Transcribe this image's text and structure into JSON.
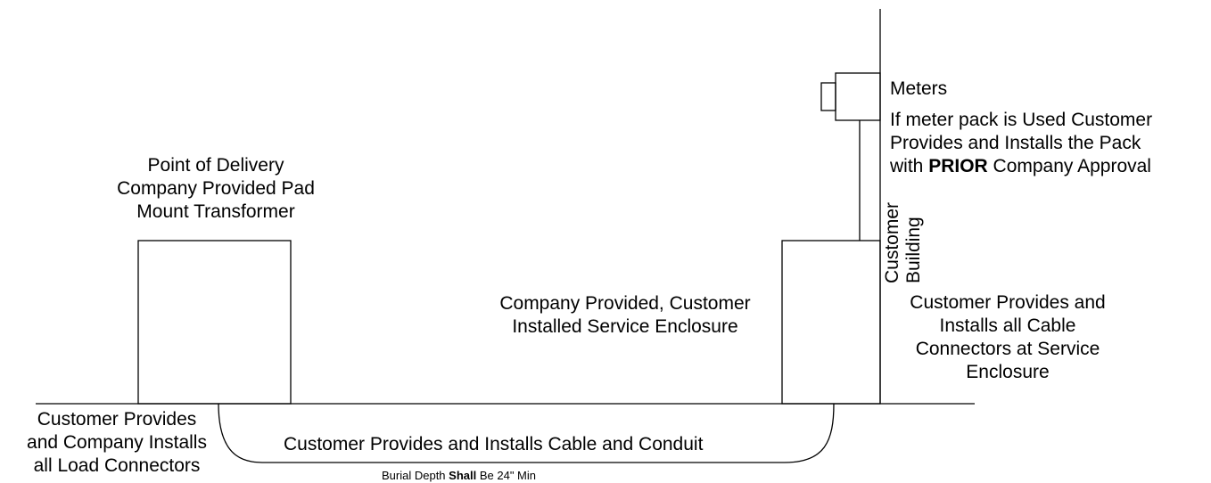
{
  "labels": {
    "point_of_delivery": [
      "Point of Delivery",
      "Company Provided Pad",
      "Mount Transformer"
    ],
    "meters": "Meters",
    "meter_pack": {
      "line1": "If meter pack is Used Customer",
      "line2": "Provides and Installs the Pack",
      "line3_pre": "with ",
      "line3_bold": "PRIOR",
      "line3_post": " Company Approval"
    },
    "customer_building": [
      "Customer",
      "Building"
    ],
    "service_enclosure": [
      "Company Provided, Customer",
      "Installed Service Enclosure"
    ],
    "cable_connectors": [
      "Customer Provides and",
      "Installs all Cable",
      "Connectors at Service",
      "Enclosure"
    ],
    "load_connectors": [
      "Customer Provides",
      "and Company Installs",
      "all Load Connectors"
    ],
    "cable_conduit": "Customer Provides and Installs Cable and Conduit",
    "burial_depth": {
      "pre": "Burial Depth ",
      "bold": "Shall",
      "post": " Be 24\" Min"
    }
  },
  "colors": {
    "stroke": "#000000",
    "background": "#ffffff"
  }
}
